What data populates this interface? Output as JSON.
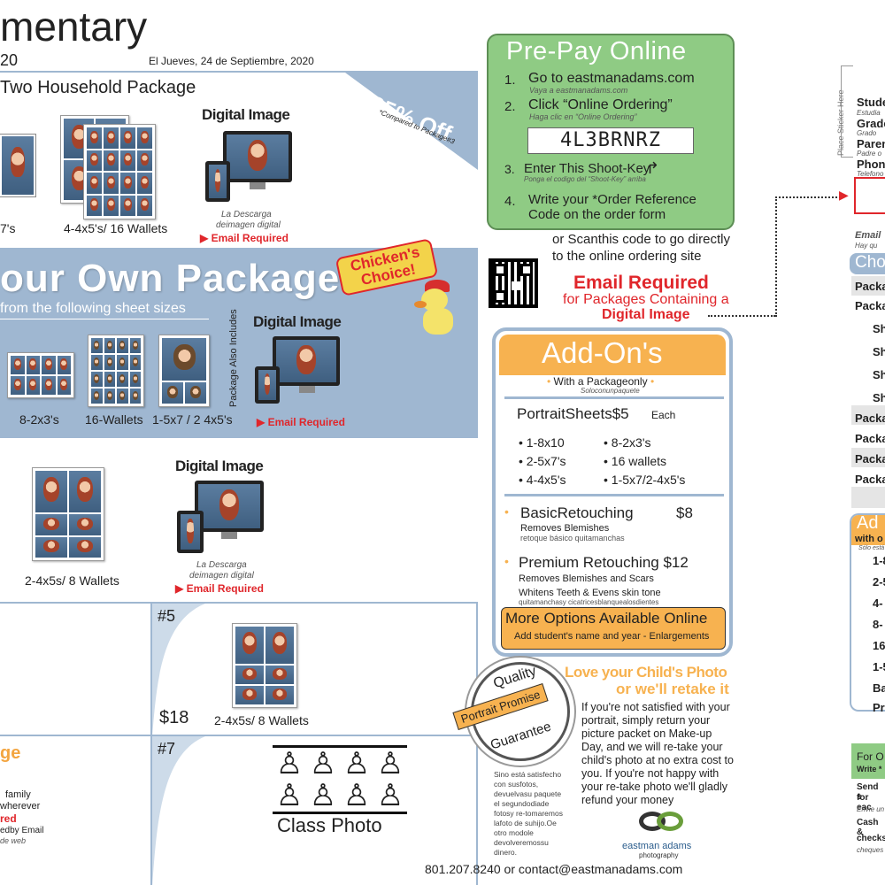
{
  "header": {
    "title_fragment": "mentary",
    "year_fragment": "20",
    "date": "El Jueves, 24 de Septiembre, 2020",
    "phone_email": "801.207.8240 or contact@eastmanadams.com"
  },
  "package_two_household": {
    "title": "Two Household Package",
    "discount": "35% Off",
    "discount_note": "*Compared to Package#3",
    "item1_label": "7's",
    "item2_label": "4-4x5's/ 16 Wallets",
    "digital_title": "Digital Image",
    "digital_sub1": "La Descarga",
    "digital_sub2": "deimagen digital",
    "email_req": "Email Required"
  },
  "build_own": {
    "title": "our Own Package",
    "subtitle": "from the following  sheet sizes",
    "badge": "Chicken's Choice!",
    "side_text": "Package Also Includes",
    "digital_title": "Digital Image",
    "email_req": "Email Required",
    "items": [
      "8-2x3's",
      "16-Wallets",
      "1-5x7 / 2 4x5's"
    ]
  },
  "package3": {
    "digital_title": "Digital Image",
    "label": "2-4x5s/ 8 Wallets",
    "digital_sub1": "La Descarga",
    "digital_sub2": "deimagen digital",
    "email_req": "Email Required"
  },
  "package5": {
    "number": "#5",
    "price": "$18",
    "label": "2-4x5s/ 8 Wallets"
  },
  "package_left_bottom": {
    "title_fragment": "ge",
    "line1": "family",
    "line2": "wherever",
    "line3": "red",
    "line4": "edby Email",
    "line5": "de web"
  },
  "package7": {
    "number": "#7",
    "label": "Class Photo"
  },
  "prepay": {
    "title": "Pre-Pay Online",
    "step1": "Go to eastmanadams.com",
    "step1_es": "Vaya a eastmanadams.com",
    "step2": "Click “Online Ordering”",
    "step2_es": "Haga clic en “Online Ordering”",
    "code": "4L3BRNRZ",
    "step3": "Enter This Shoot-Key",
    "step3_es": "Ponga el codigo del “Shoot-Key” arriba",
    "step4a": "Write your *Order Reference",
    "step4b": "Code on the order form",
    "n1": "1.",
    "n2": "2.",
    "n3": "3.",
    "n4": "4."
  },
  "qr": {
    "text1": "or Scanthis code to go directly",
    "text2": "to the online ordering site",
    "email_title": "Email Required",
    "email_sub1": "for Packages Containing a",
    "email_sub2": "Digital Image"
  },
  "addons": {
    "title": "Add-On's",
    "with_package": "With a Packageonly",
    "with_package_es": "Soloconunpaquete",
    "sheets_title": "PortraitSheets$5",
    "sheets_each": "Each",
    "sheets": [
      "1-8x10",
      "8-2x3's",
      "2-5x7's",
      "16 wallets",
      "4-4x5's",
      "1-5x7/2-4x5's"
    ],
    "basic_title": "BasicRetouching",
    "basic_price": "$8",
    "basic_sub": "Removes Blemishes",
    "basic_es": "retoque básico quitamanchas",
    "premium_title": "Premium Retouching $12",
    "premium_sub1": "Removes Blemishes and Scars",
    "premium_sub2": "Whitens Teeth  & Evens skin tone",
    "premium_es": "quitamanchasy  cicatricesblanquealosdientes",
    "more_title": "More Options Available Online",
    "more_sub": "Add student's name and year - Enlargements"
  },
  "guarantee": {
    "seal_top": "Quality",
    "seal_mid": "Portrait Promise",
    "seal_bottom": "Guarantee",
    "headline1": "Love your Child's Photo",
    "headline2": "or we'll retake it",
    "body": "If you're not satisfied with your portrait, simply return your picture packet on Make-up Day, and we will re-take your child's photo at no extra cost to you. If you're not happy with your re-take photo we'll gladly refund your money",
    "es": "Sino está satisfecho con susfotos, devuelvasu paquete el segundodiade fotosy re-tomaremos lafoto de suhijo.Oe otro modole devolveremossu dinero.",
    "logo1": "eastman adams",
    "logo2": "photography"
  },
  "right_form": {
    "sticker": "Place Sticker Here",
    "student": "Stude",
    "student_es": "Estudia",
    "grade": "Grade",
    "grade_es": "Grado",
    "parent": "Paren",
    "parent_es": "Padre o",
    "phone": "Phone",
    "phone_es": "Telefono",
    "email": "Email",
    "email_es": "Hay qu",
    "choose": "Cho",
    "rows": [
      "Packa",
      "Packa",
      "Sh",
      "Sh",
      "Sh",
      "Sh",
      "Packa",
      "Packa",
      "Packa",
      "Packa"
    ],
    "add_title": "Ad",
    "add_sub": "with o",
    "add_sub_es": "Sólo está",
    "add_rows": [
      "1-8",
      "2-5",
      "4-",
      "8-",
      "16",
      "1-5",
      "Ba",
      "Pr"
    ],
    "for_o": "For O",
    "write": "Write *",
    "send1": "Send s",
    "send2": "for eac",
    "send_es": "Envie un",
    "cash": "Cash &",
    "checks": "checks",
    "cheques": "cheques"
  }
}
